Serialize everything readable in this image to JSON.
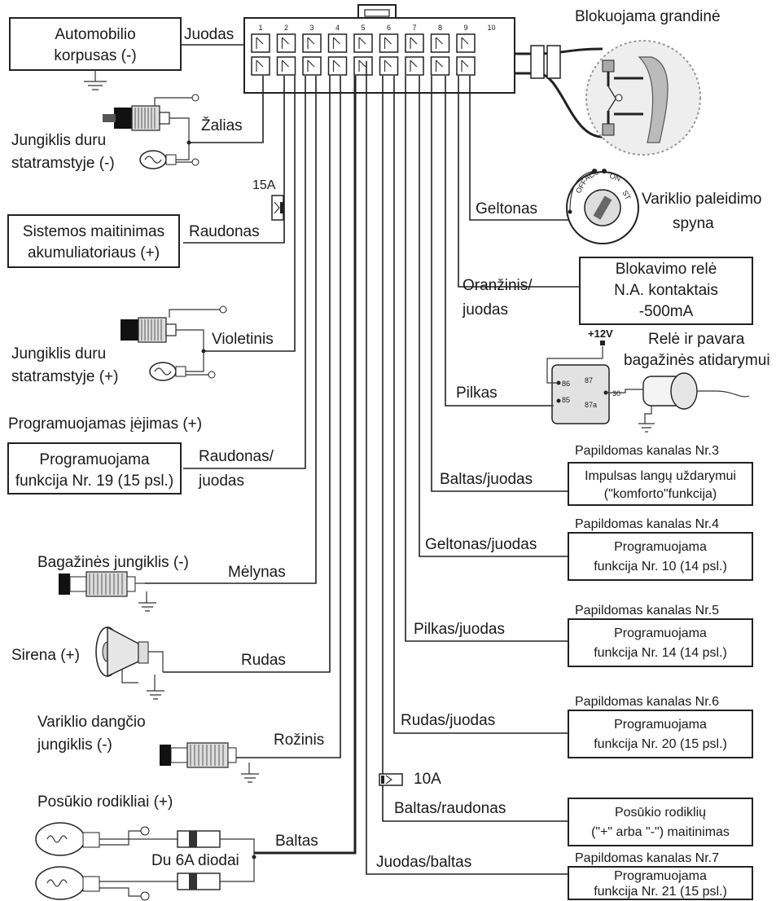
{
  "connector": {
    "pins": [
      "1",
      "2",
      "3",
      "4",
      "5",
      "6",
      "7",
      "8",
      "9",
      "10"
    ]
  },
  "chassis_box": {
    "line1": "Automobilio",
    "line2": "korpusas (-)"
  },
  "wires": {
    "juodas": "Juodas",
    "zalias": "Žalias",
    "raudonas": "Raudonas",
    "violetinis": "Violetinis",
    "raudonas_juodas_1": "Raudonas/",
    "raudonas_juodas_2": "juodas",
    "melynas": "Mėlynas",
    "rudas": "Rudas",
    "rozinis": "Rožinis",
    "baltas": "Baltas",
    "geltonas": "Geltonas",
    "oranzinis_juodas_1": "Oranžinis/",
    "oranzinis_juodas_2": "juodas",
    "pilkas": "Pilkas",
    "baltas_juodas": "Baltas/juodas",
    "geltonas_juodas": "Geltonas/juodas",
    "pilkas_juodas": "Pilkas/juodas",
    "rudas_juodas": "Rudas/juodas",
    "baltas_raudonas": "Baltas/raudonas",
    "juodas_baltas": "Juodas/baltas"
  },
  "labels": {
    "door_switch_neg_1": "Jungiklis duru",
    "door_switch_neg_2": "statramstyje (-)",
    "fuse_15a": "15A",
    "fuse_10a": "10A",
    "power_box_1": "Sistemos maitinimas",
    "power_box_2": "akumuliatoriaus (+)",
    "door_switch_pos_1": "Jungiklis duru",
    "door_switch_pos_2": "statramstyje (+)",
    "programmable_input": "Programuojamas įėjimas (+)",
    "prog19_1": "Programuojama",
    "prog19_2": "funkcija Nr. 19 (15 psl.)",
    "trunk_switch": "Bagažinės jungiklis (-)",
    "siren": "Sirena (+)",
    "hood_switch_1": "Variklio dangčio",
    "hood_switch_2": "jungiklis (-)",
    "turn_signals": "Posūkio rodikliai (+)",
    "diodes": "Du 6A diodai",
    "blocked_circuit": "Blokuojama grandinė",
    "ignition_1": "Variklio paleidimo",
    "ignition_2": "spyna",
    "ign_off": "OFF",
    "ign_acc": "ACC",
    "ign_on": "ON",
    "ign_st": "ST",
    "block_relay_1": "Blokavimo relė",
    "block_relay_2": "N.A. kontaktais",
    "block_relay_3": "-500mA",
    "plus12v": "+12V",
    "trunk_relay_1": "Relė ir pavara",
    "trunk_relay_2": "bagažinės atidarymui",
    "relay_86": "86",
    "relay_87": "87",
    "relay_30": "30",
    "relay_85": "85",
    "relay_87a": "87a",
    "ch3_title": "Papildomas kanalas Nr.3",
    "ch3_1": "Impulsas langų uždarymui",
    "ch3_2": "(\"komforto\"funkcija)",
    "ch4_title": "Papildomas kanalas Nr.4",
    "ch4_1": "Programuojama",
    "ch4_2": "funkcija Nr. 10 (14 psl.)",
    "ch5_title": "Papildomas kanalas Nr.5",
    "ch5_1": "Programuojama",
    "ch5_2": "funkcija Nr. 14 (14 psl.)",
    "ch6_title": "Papildomas kanalas Nr.6",
    "ch6_1": "Programuojama",
    "ch6_2": "funkcija Nr. 20 (15 psl.)",
    "turn_power_1": "Posūkio rodiklių",
    "turn_power_2": "(\"+\" arba \"-\") maitinimas",
    "ch7_title": "Papildomas kanalas Nr.7",
    "ch7_1": "Programuojama",
    "ch7_2": "funkcija Nr. 21 (15 psl.)"
  }
}
